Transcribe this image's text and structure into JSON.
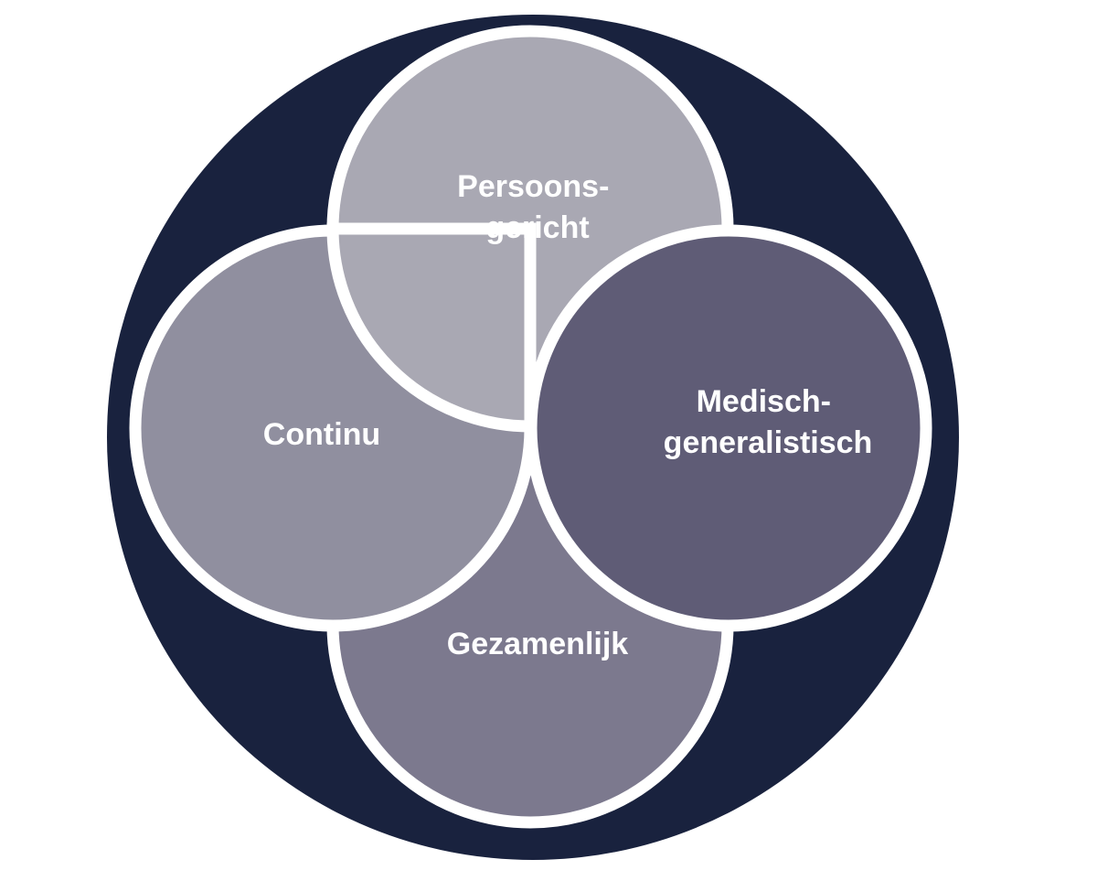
{
  "diagram": {
    "colors": {
      "outer_ring": "#19223e",
      "outline": "#ffffff",
      "background": "#ffffff"
    },
    "petals": [
      {
        "id": "persoonsgericht",
        "lines": [
          "Persoons-",
          "gericht"
        ],
        "color": "#a9a8b3"
      },
      {
        "id": "continu",
        "lines": [
          "Continu"
        ],
        "color": "#908f9f"
      },
      {
        "id": "medisch-generalistisch",
        "lines": [
          "Medisch-",
          "generalistisch"
        ],
        "color": "#5f5c76"
      },
      {
        "id": "gezamenlijk",
        "lines": [
          "Gezamenlijk"
        ],
        "color": "#7c798e"
      }
    ]
  }
}
